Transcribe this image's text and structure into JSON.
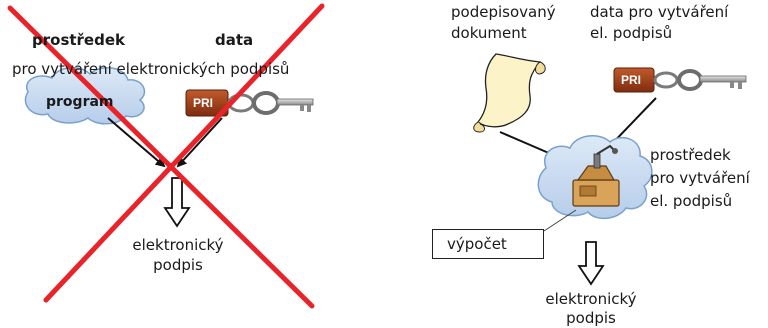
{
  "left": {
    "prostredek_title": "prostředek",
    "data_title": "data",
    "subtitle": "pro vytváření elektronických  podpisů",
    "program_label": "program",
    "pri_label": "PRI",
    "output_line1": "elektronický",
    "output_line2": "podpis"
  },
  "right": {
    "document_line1": "podepisovaný",
    "document_line2": "dokument",
    "data_line1": "data pro vytváření",
    "data_line2": "el. podpisů",
    "pri_label": "PRI",
    "device_line1": "prostředek",
    "device_line2": "pro vytváření",
    "device_line3": "el. podpisů",
    "computation_label": "výpočet",
    "output_line1": "elektronický",
    "output_line2": "podpis"
  },
  "colors": {
    "cross": "#e8232a",
    "cloud_fill": "#c6d9f1",
    "cloud_stroke": "#7aa0cc",
    "pri_fill": "#a3401c",
    "paper_fill": "#fdf3c8"
  }
}
